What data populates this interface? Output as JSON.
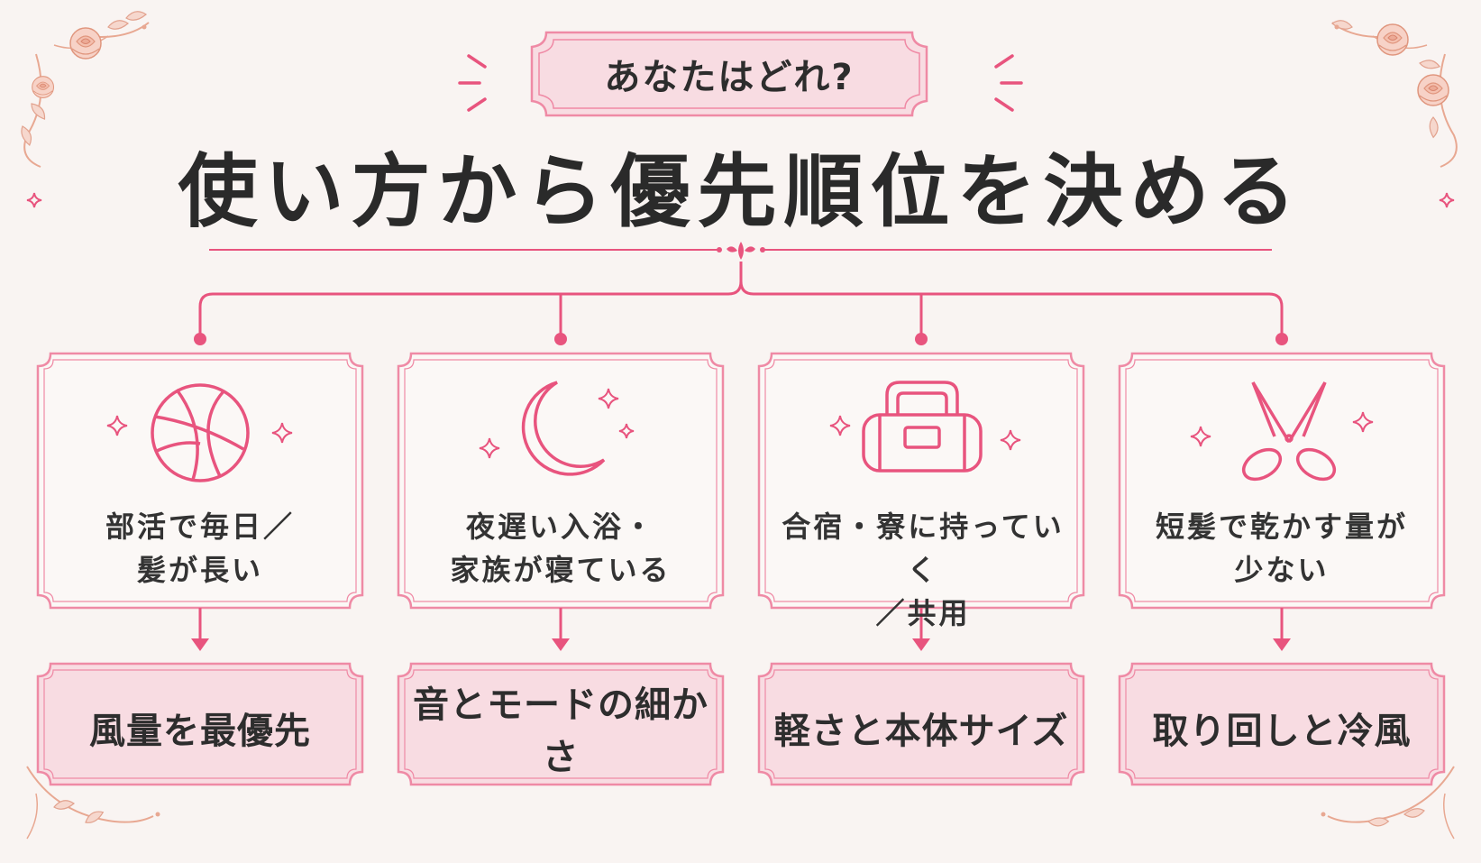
{
  "header": {
    "question": "あなたはどれ?",
    "title": "使い方から優先順位を決める"
  },
  "columns": [
    {
      "icon": "basketball-icon",
      "condition_line1": "部活で毎日／",
      "condition_line2": "髪が長い",
      "priority": "風量を最優先"
    },
    {
      "icon": "moon-icon",
      "condition_line1": "夜遅い入浴・",
      "condition_line2": "家族が寝ている",
      "priority": "音とモードの細かさ"
    },
    {
      "icon": "bag-icon",
      "condition_line1": "合宿・寮に持っていく",
      "condition_line2": "／共用",
      "priority": "軽さと本体サイズ"
    },
    {
      "icon": "scissors-icon",
      "condition_line1": "短髪で乾かす量が",
      "condition_line2": "少ない",
      "priority": "取り回しと冷風"
    }
  ],
  "colors": {
    "accent": "#e8547e",
    "border": "#ef8aa5",
    "result_fill": "#f8dce2",
    "card_fill": "#fbf8f6",
    "text": "#2d2d2d",
    "ornament": "#e8a892"
  }
}
